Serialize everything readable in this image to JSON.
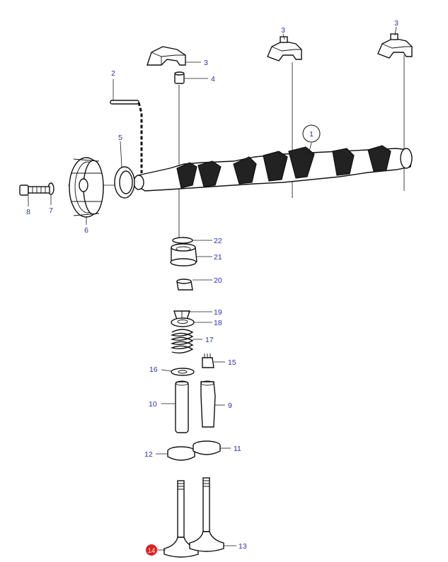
{
  "callouts": [
    {
      "id": "c1",
      "label": "1",
      "circled": true,
      "highlight": false
    },
    {
      "id": "c2",
      "label": "2"
    },
    {
      "id": "c3a",
      "label": "3"
    },
    {
      "id": "c3b",
      "label": "3"
    },
    {
      "id": "c3c",
      "label": "3"
    },
    {
      "id": "c4",
      "label": "4"
    },
    {
      "id": "c5",
      "label": "5"
    },
    {
      "id": "c6",
      "label": "6"
    },
    {
      "id": "c7",
      "label": "7"
    },
    {
      "id": "c8",
      "label": "8"
    },
    {
      "id": "c9",
      "label": "9"
    },
    {
      "id": "c10",
      "label": "10"
    },
    {
      "id": "c11",
      "label": "11"
    },
    {
      "id": "c12",
      "label": "12"
    },
    {
      "id": "c13",
      "label": "13"
    },
    {
      "id": "c14",
      "label": "14",
      "highlight": true
    },
    {
      "id": "c15",
      "label": "15"
    },
    {
      "id": "c16",
      "label": "16"
    },
    {
      "id": "c17",
      "label": "17"
    },
    {
      "id": "c18",
      "label": "18"
    },
    {
      "id": "c19",
      "label": "19"
    },
    {
      "id": "c20",
      "label": "20"
    },
    {
      "id": "c21",
      "label": "21"
    },
    {
      "id": "c22",
      "label": "22"
    }
  ],
  "colors": {
    "label_text": "#2b2bb8",
    "highlight_fill": "#e02020",
    "highlight_text": "#ffffff",
    "line_art": "#111111",
    "background": "#ffffff"
  }
}
